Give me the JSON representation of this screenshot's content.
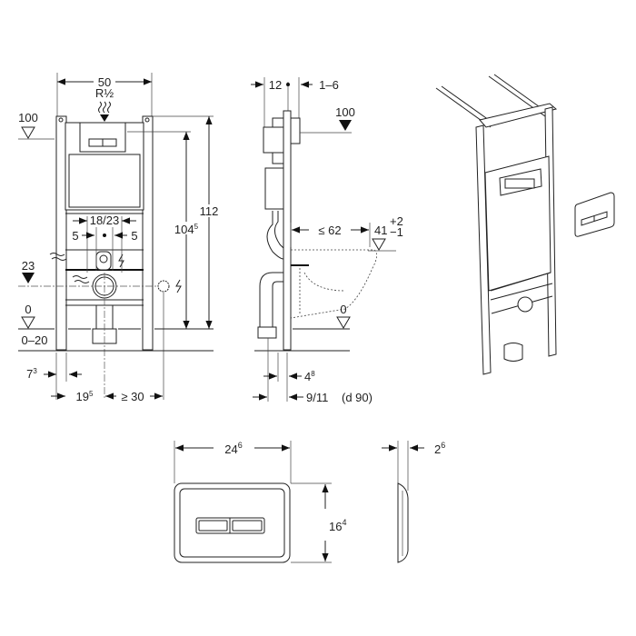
{
  "front_view": {
    "width": "50",
    "water_connection": "R½",
    "height_100": "100",
    "height_112": "112",
    "height_104_main": "104",
    "height_104_sup": "5",
    "spacing_18_23": "18/23",
    "offset_left": "5",
    "offset_right": "5",
    "height_23": "23",
    "level_0": "0",
    "floor_range": "0–20",
    "dim_7_main": "7",
    "dim_7_sup": "3",
    "dim_19_main": "19",
    "dim_19_sup": "5",
    "dim_min_30": "≥ 30"
  },
  "side_view": {
    "depth_12": "12",
    "range_1_6": "1–6",
    "height_100": "100",
    "max_62": "≤ 62",
    "height_41": "41",
    "tol_plus": "+2",
    "tol_minus": "−1",
    "level_0": "0",
    "dim_4_main": "4",
    "dim_4_sup": "8",
    "dim_9_11": "9/11",
    "pipe_diameter": "(d 90)"
  },
  "flush_plate": {
    "width_main": "24",
    "width_sup": "6",
    "height_main": "16",
    "height_sup": "4",
    "depth_main": "2",
    "depth_sup": "6"
  }
}
